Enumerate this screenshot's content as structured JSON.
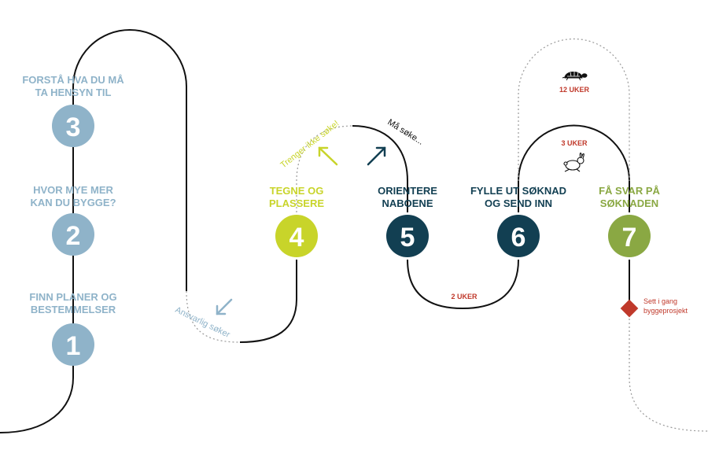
{
  "colors": {
    "light_blue": "#8fb3c9",
    "lime": "#c8d42a",
    "dark_teal": "#123f52",
    "olive_green": "#8aa843",
    "red": "#c0392b",
    "path": "#111111",
    "dotted": "#9a9a9a"
  },
  "steps": [
    {
      "number": "1",
      "line1": "FINN PLANER OG",
      "line2": "BESTEMMELSER",
      "color": "#8fb3c9"
    },
    {
      "number": "2",
      "line1": "HVOR MYE MER",
      "line2": "KAN DU BYGGE?",
      "color": "#8fb3c9"
    },
    {
      "number": "3",
      "line1": "FORSTÅ HVA DU MÅ",
      "line2": "TA HENSYN TIL",
      "color": "#8fb3c9"
    },
    {
      "number": "4",
      "line1": "TEGNE OG",
      "line2": "PLASSERE",
      "color": "#c8d42a"
    },
    {
      "number": "5",
      "line1": "ORIENTERE",
      "line2": "NABOENE",
      "color": "#123f52"
    },
    {
      "number": "6",
      "line1": "FYLLE UT SØKNAD",
      "line2": "OG SEND INN",
      "color": "#123f52"
    },
    {
      "number": "7",
      "line1": "FÅ SVAR PÅ",
      "line2": "SØKNADEN",
      "color": "#8aa843"
    }
  ],
  "annotations": {
    "ansvarlig_soker": "Ansvarlig søker",
    "trenger_ikke_soke": "Trenger ikke søke!",
    "ma_soke": "Må søke...",
    "two_weeks": "2 UKER",
    "three_weeks": "3 UKER",
    "twelve_weeks": "12 UKER",
    "start_project_line1": "Sett i gang",
    "start_project_line2": "byggeprosjekt"
  },
  "icons": {
    "turtle": "turtle-icon",
    "rabbit": "rabbit-icon",
    "arrow_down_left": "arrow-down-left-icon",
    "arrow_up_left": "arrow-up-left-icon",
    "arrow_up_right": "arrow-up-right-icon",
    "milestone": "diamond-icon"
  }
}
